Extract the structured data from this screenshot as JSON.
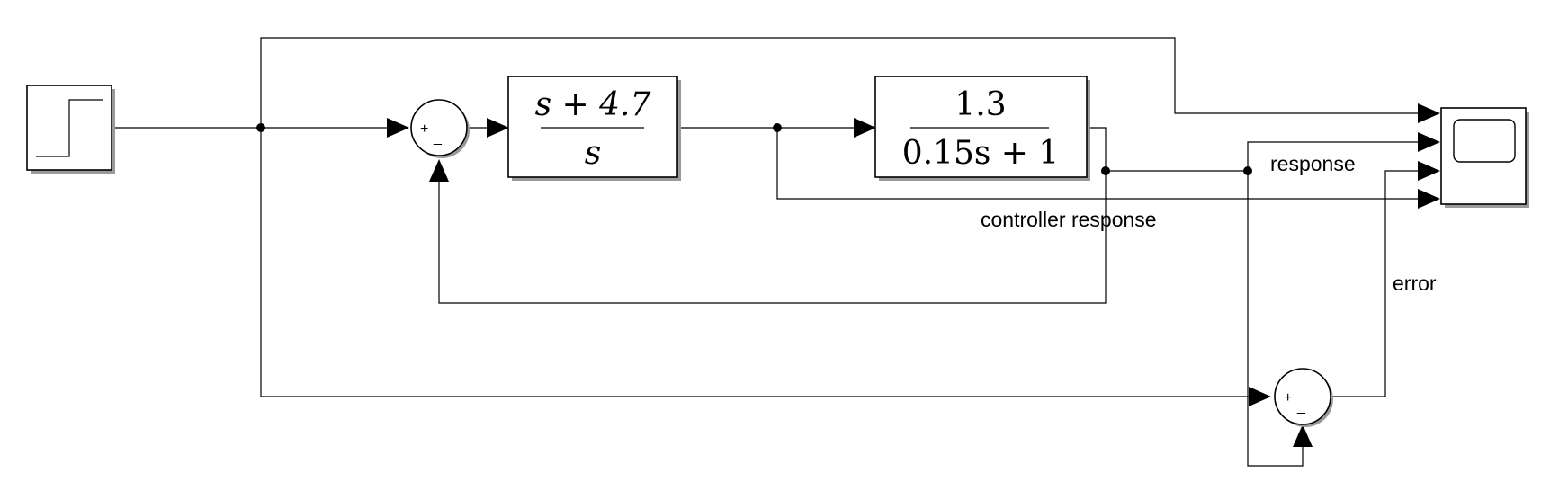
{
  "blocks": {
    "step": {
      "name": "Step"
    },
    "controller": {
      "numerator": "s + 4.7",
      "denominator": "s"
    },
    "plant": {
      "numerator": "1.3",
      "denominator": "0.15s + 1"
    },
    "sum_feedback": {
      "plus": "+",
      "minus": "_"
    },
    "sum_error": {
      "plus": "+",
      "minus": "_"
    }
  },
  "signals": {
    "response_label": "response",
    "controller_response_label": "controller response",
    "error_label": "error"
  }
}
